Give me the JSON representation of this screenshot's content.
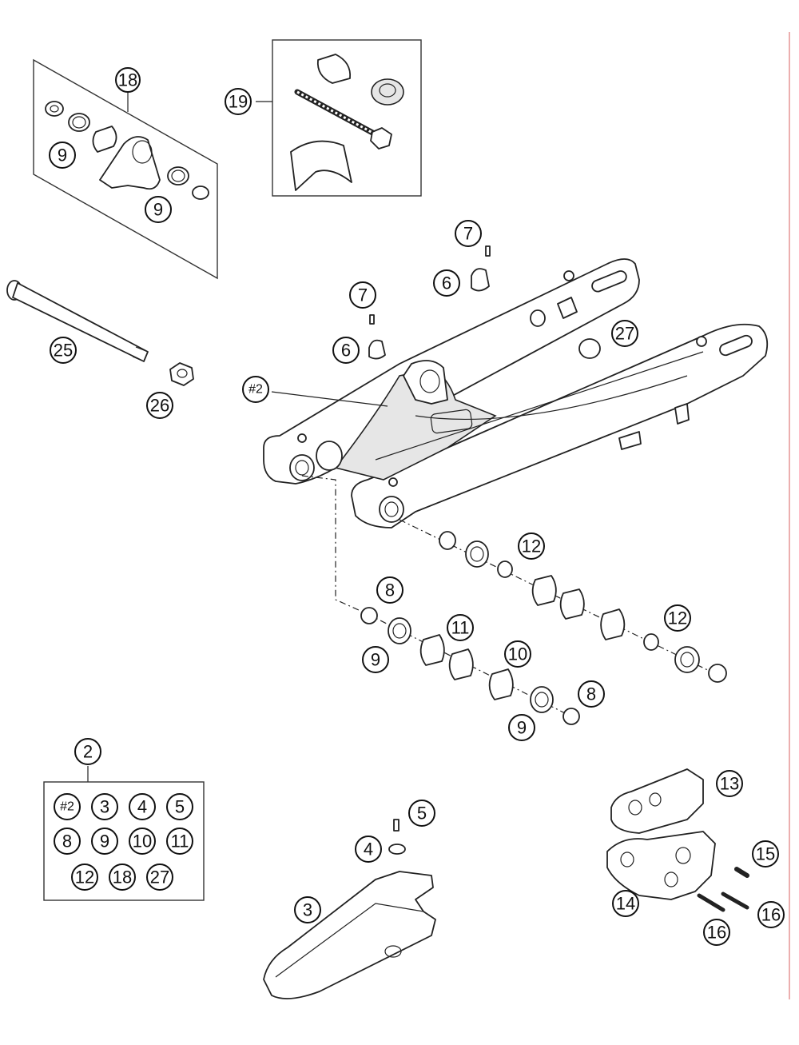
{
  "callouts": {
    "c18": "18",
    "c9a": "9",
    "c9b": "9",
    "c19": "19",
    "c7a": "7",
    "c6a": "6",
    "c7b": "7",
    "c6b": "6",
    "c27": "27",
    "c25": "25",
    "c26": "26",
    "c_h2": "#2",
    "c12a": "12",
    "c8a": "8",
    "c11": "11",
    "c9c": "9",
    "c10": "10",
    "c12b": "12",
    "c8b": "8",
    "c9d": "9",
    "c2": "2",
    "c13": "13",
    "c5": "5",
    "c4": "4",
    "c15": "15",
    "c3": "3",
    "c14": "14",
    "c16a": "16",
    "c16b": "16"
  },
  "kit_2": {
    "items": [
      "#2",
      "3",
      "4",
      "5",
      "8",
      "9",
      "10",
      "11",
      "12",
      "18",
      "27"
    ]
  },
  "colors": {
    "line": "#222222",
    "margin_rule": "#e07a7a"
  }
}
